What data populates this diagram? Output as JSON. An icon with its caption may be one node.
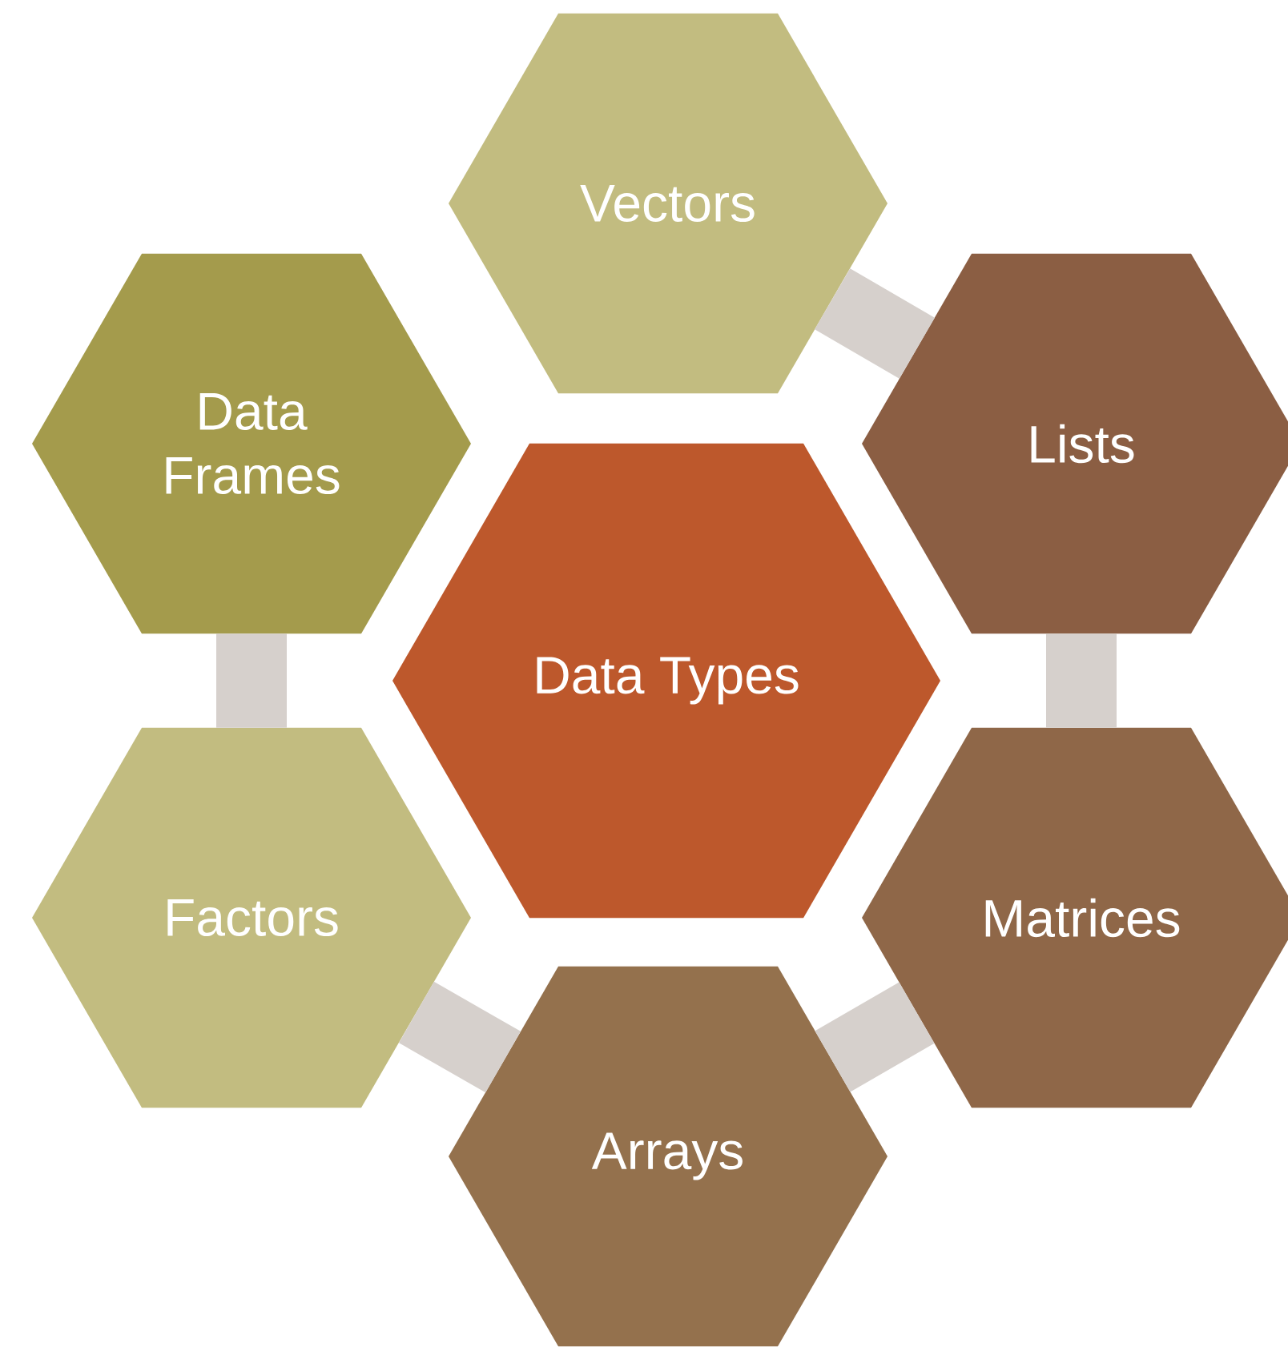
{
  "diagram": {
    "nodes": [
      {
        "text": [
          "Data Types"
        ]
      },
      {
        "text": [
          "Vectors"
        ]
      },
      {
        "text": [
          "Lists"
        ]
      },
      {
        "text": [
          "Matrices"
        ]
      },
      {
        "text": [
          "Arrays"
        ]
      },
      {
        "text": [
          "Factors"
        ]
      },
      {
        "text": [
          "Data Frames"
        ]
      }
    ],
    "edges": [
      {
        "from": 1,
        "to": 2,
        "arrow": "none"
      },
      {
        "from": 2,
        "to": 3,
        "arrow": "none"
      },
      {
        "from": 3,
        "to": 4,
        "arrow": "none"
      },
      {
        "from": 4,
        "to": 5,
        "arrow": "none"
      },
      {
        "from": 5,
        "to": 6,
        "arrow": "none"
      }
    ]
  }
}
